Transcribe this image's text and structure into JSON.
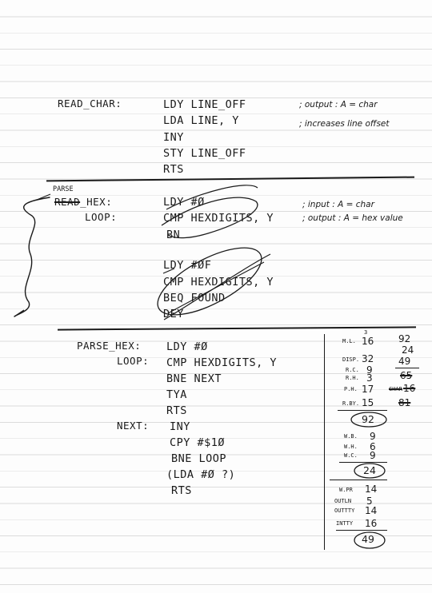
{
  "read_char": {
    "label": "READ_CHAR:",
    "lines": [
      "LDY LINE_OFF",
      "LDA LINE, Y",
      "INY",
      "STY LINE_OFF",
      "RTS"
    ],
    "comment_1": "; output : A = char",
    "comment_2": "; increases line offset"
  },
  "parse_hex_draft": {
    "label_top": "PARSE",
    "label_struck": "READ",
    "label_rest": "_HEX:",
    "loop_label": "LOOP:",
    "lines": [
      "LDY #Ø",
      "CMP HEXDIGITS, Y",
      "BN",
      "LDY #ØF",
      "CMP HEXDIGITS, Y",
      "BEQ FOUND",
      "DEY"
    ],
    "comment_1": "; input : A = char",
    "comment_2": "; output : A = hex value"
  },
  "parse_hex": {
    "label": "PARSE_HEX:",
    "loop_label": "LOOP:",
    "next_label": "NEXT:",
    "lines": [
      "LDY #Ø",
      "CMP HEXDIGITS, Y",
      "BNE NEXT",
      "TYA",
      "RTS"
    ],
    "next_lines": [
      "INY",
      "CPY #$1Ø",
      "BNE LOOP",
      "(LDA #Ø ?)",
      "RTS"
    ]
  },
  "tally": {
    "group_1": [
      {
        "label": "M.L.",
        "value": "16",
        "superscript": "3"
      },
      {
        "label": "DISP.",
        "value": "32"
      },
      {
        "label": "R.C.",
        "value": "9"
      },
      {
        "label": "R.H.",
        "value": "3"
      },
      {
        "label": "P.H.",
        "value": "17"
      },
      {
        "label": "R.BY.",
        "value": "15"
      }
    ],
    "total_1": "92",
    "group_2": [
      {
        "label": "W.B.",
        "value": "9"
      },
      {
        "label": "W.H.",
        "value": "6"
      },
      {
        "label": "W.C.",
        "value": "9"
      }
    ],
    "total_2": "24",
    "group_3": [
      {
        "label": "W.PR",
        "value": "14"
      },
      {
        "label": "OUTLN",
        "value": "5"
      },
      {
        "label": "OUTTTY",
        "value": "14"
      },
      {
        "label": "INTTY",
        "value": "16"
      }
    ],
    "total_3": "49",
    "side_sum": [
      "92",
      "24",
      "49"
    ],
    "side_struck": [
      "65",
      "16",
      "81"
    ],
    "side_struck_prefix": "CHAR"
  }
}
